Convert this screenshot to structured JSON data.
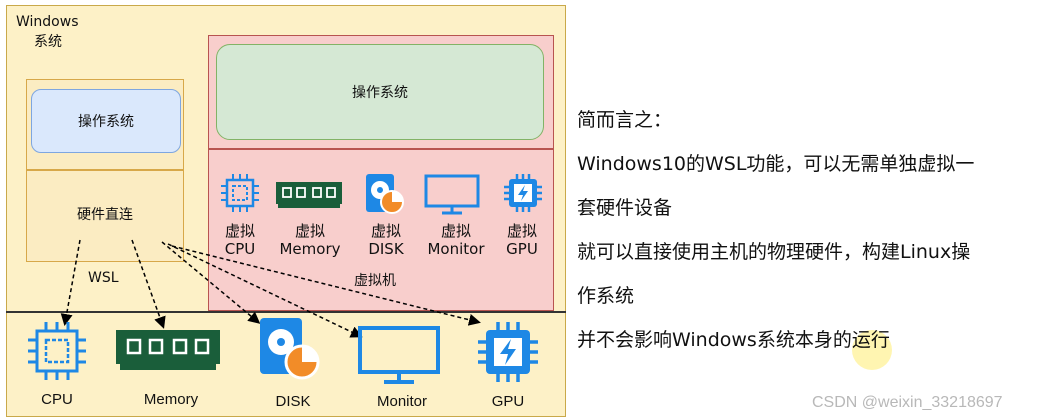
{
  "windows": {
    "title_line1": "Windows",
    "title_line2": "系统"
  },
  "wsl": {
    "os_label": "操作系统",
    "hw_label": "硬件直连",
    "label": "WSL"
  },
  "vm": {
    "os_label": "操作系统",
    "label": "虚拟机",
    "devices": [
      {
        "line1": "虚拟",
        "line2": "CPU"
      },
      {
        "line1": "虚拟",
        "line2": "Memory"
      },
      {
        "line1": "虚拟",
        "line2": "DISK"
      },
      {
        "line1": "虚拟",
        "line2": "Monitor"
      },
      {
        "line1": "虚拟",
        "line2": "GPU"
      }
    ]
  },
  "hardware": [
    {
      "label": "CPU"
    },
    {
      "label": "Memory"
    },
    {
      "label": "DISK"
    },
    {
      "label": "Monitor"
    },
    {
      "label": "GPU"
    }
  ],
  "summary": {
    "line1": "简而言之：",
    "line2": "Windows10的WSL功能，可以无需单独虚拟一",
    "line3": "套硬件设备",
    "line4": "就可以直接使用主机的物理硬件，构建Linux操",
    "line5": "作系统",
    "line6": "并不会影响Windows系统本身的运行"
  },
  "watermark": "CSDN @weixin_33218697",
  "colors": {
    "windows_fill": "#fdf1c7",
    "vm_fill": "#f8cecc",
    "vm_os_fill": "#d5e8d4",
    "wsl_os_fill": "#dae8fc",
    "device_blue": "#1e88e5",
    "device_dark_green": "#1a5e3a",
    "disk_orange": "#f28c28"
  }
}
